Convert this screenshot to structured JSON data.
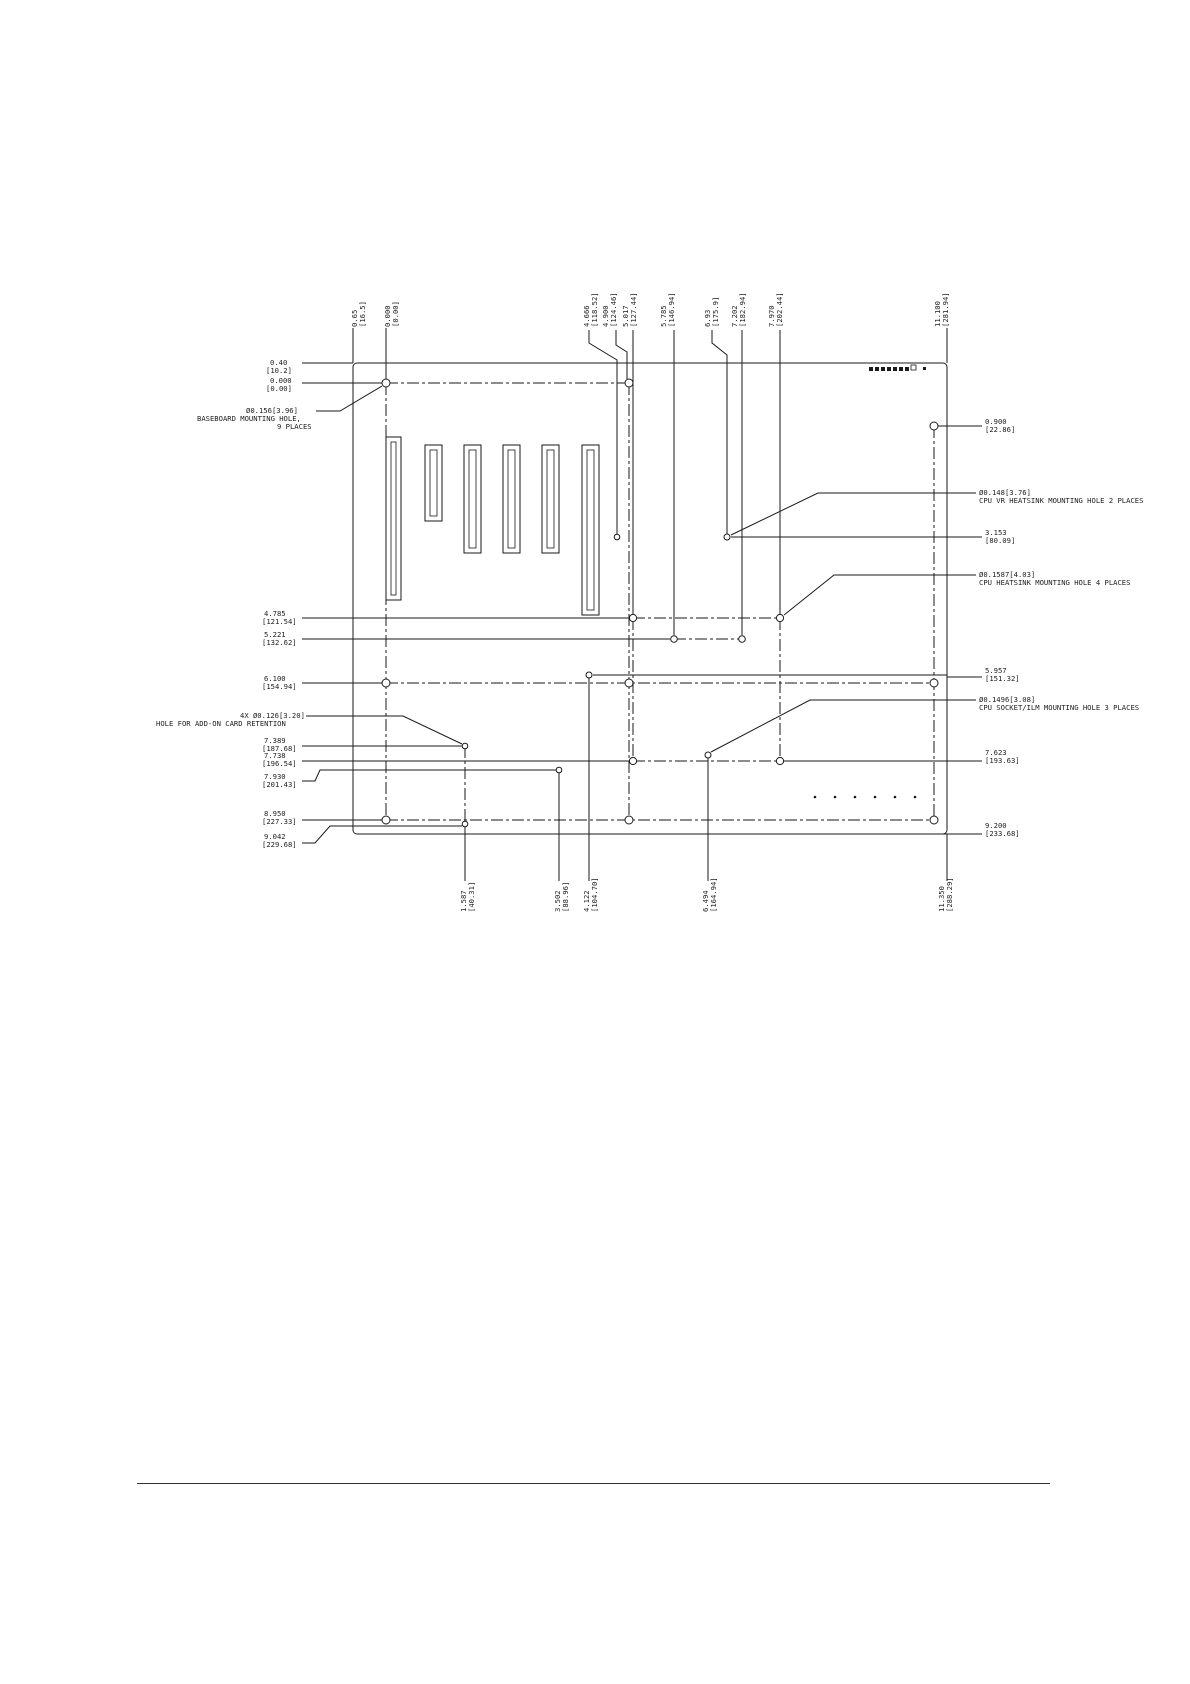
{
  "top_dims": [
    {
      "value": "0.65",
      "mm": "[16.5]"
    },
    {
      "value": "0.000",
      "mm": "[0.00]"
    },
    {
      "value": "4.666",
      "mm": "[118.52]"
    },
    {
      "value": "4.900",
      "mm": "[124.46]"
    },
    {
      "value": "5.017",
      "mm": "[127.44]"
    },
    {
      "value": "5.785",
      "mm": "[146.94]"
    },
    {
      "value": "6.93",
      "mm": "[175.9]"
    },
    {
      "value": "7.202",
      "mm": "[182.94]"
    },
    {
      "value": "7.970",
      "mm": "[202.44]"
    },
    {
      "value": "11.100",
      "mm": "[281.94]"
    }
  ],
  "left_dims": [
    {
      "value": "0.40",
      "mm": "[10.2]"
    },
    {
      "value": "0.000",
      "mm": "[0.00]"
    },
    {
      "value": "4.785",
      "mm": "[121.54]"
    },
    {
      "value": "5.221",
      "mm": "[132.62]"
    },
    {
      "value": "6.100",
      "mm": "[154.94]"
    },
    {
      "value": "7.389",
      "mm": "[187.68]"
    },
    {
      "value": "7.738",
      "mm": "[196.54]"
    },
    {
      "value": "7.930",
      "mm": "[201.43]"
    },
    {
      "value": "8.950",
      "mm": "[227.33]"
    },
    {
      "value": "9.042",
      "mm": "[229.68]"
    }
  ],
  "right_dims": [
    {
      "value": "0.900",
      "mm": "[22.86]"
    },
    {
      "value": "3.153",
      "mm": "[80.09]"
    },
    {
      "value": "5.957",
      "mm": "[151.32]"
    },
    {
      "value": "7.623",
      "mm": "[193.63]"
    },
    {
      "value": "9.200",
      "mm": "[233.68]"
    }
  ],
  "bottom_dims": [
    {
      "value": "1.587",
      "mm": "[40.31]"
    },
    {
      "value": "3.502",
      "mm": "[88.96]"
    },
    {
      "value": "4.122",
      "mm": "[104.70]"
    },
    {
      "value": "6.494",
      "mm": "[164.94]"
    },
    {
      "value": "11.350",
      "mm": "[288.29]"
    }
  ],
  "callouts": {
    "baseboard": {
      "spec": "Ø0.156[3.96]",
      "line1": "BASEBOARD MOUNTING HOLE,",
      "line2": "9 PLACES"
    },
    "cpu_vr": {
      "spec": "Ø0.148[3.76]",
      "desc": "CPU VR HEATSINK MOUNTING HOLE 2 PLACES"
    },
    "cpu_heatsink": {
      "spec": "Ø0.1587[4.03]",
      "desc": "CPU HEATSINK MOUNTING HOLE 4 PLACES"
    },
    "addon": {
      "spec": "4X Ø0.126[3.20]",
      "desc": "HOLE FOR ADD-ON CARD RETENTION"
    },
    "cpu_socket": {
      "spec": "Ø0.1496[3.08]",
      "desc": "CPU SOCKET/ILM MOUNTING HOLE 3 PLACES"
    }
  }
}
